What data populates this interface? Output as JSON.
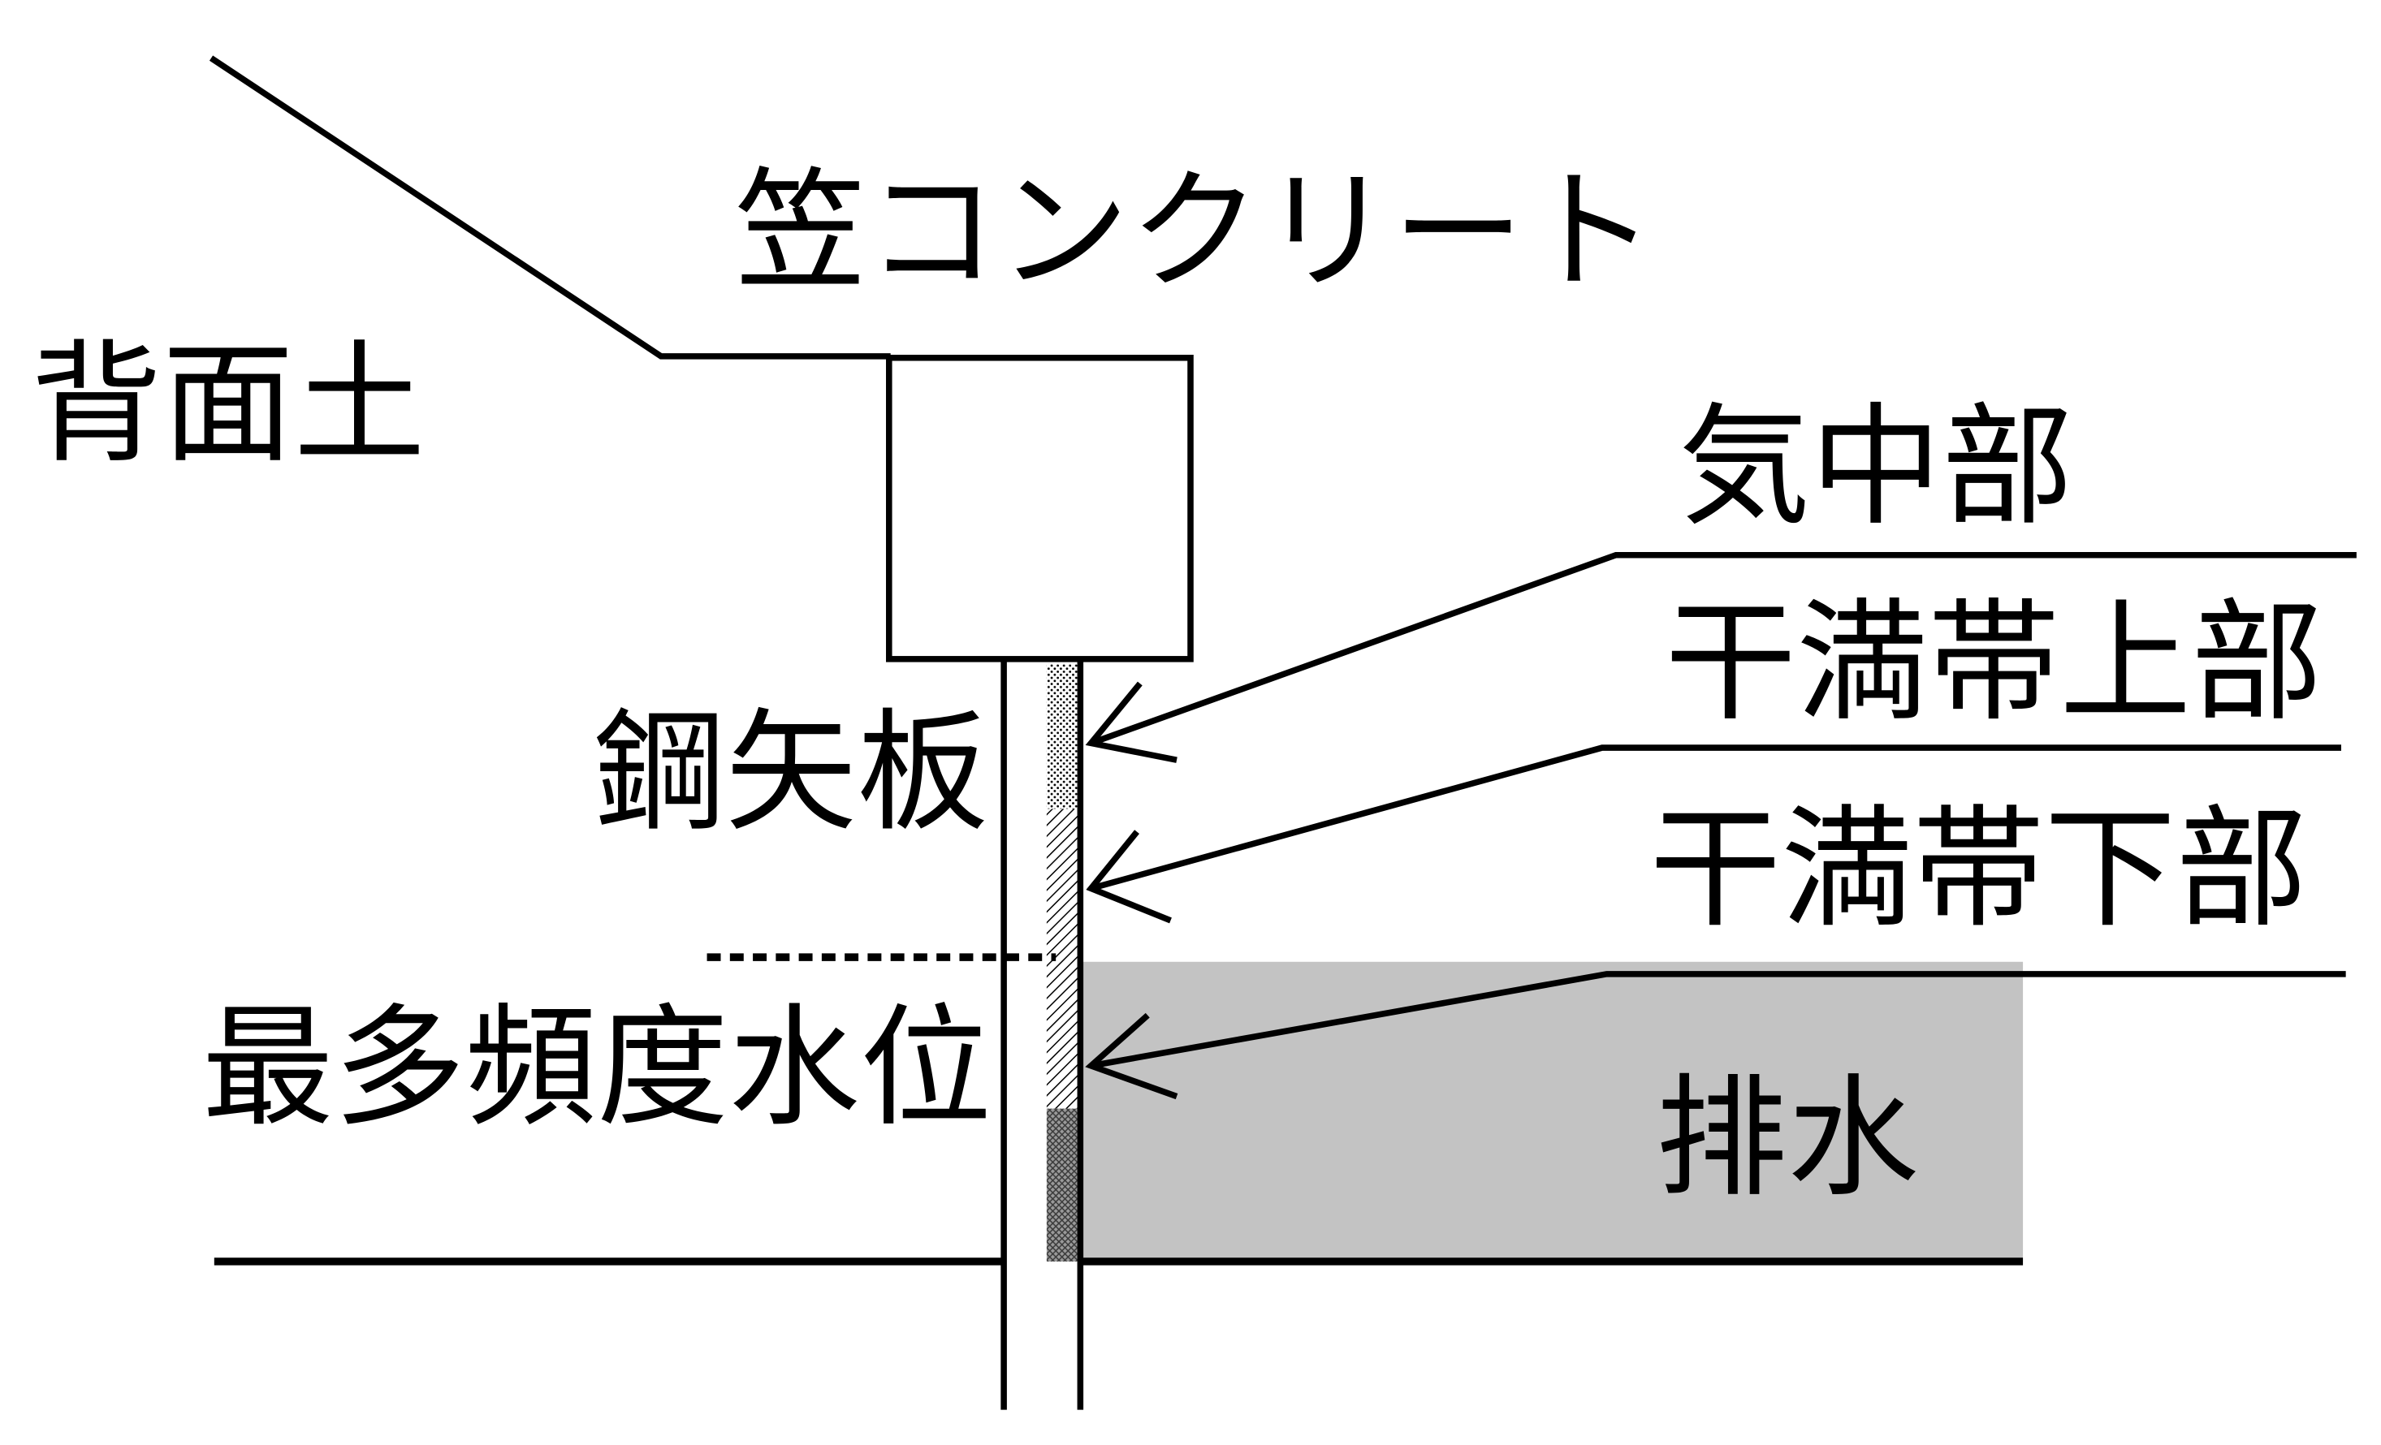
{
  "labels": {
    "backfill_soil": "背面土",
    "cap_concrete": "笠コンクリート",
    "steel_sheet_pile": "鋼矢板",
    "most_frequent_water_level": "最多頻度水位",
    "atmospheric_zone": "気中部",
    "tidal_zone_upper": "干満帯上部",
    "tidal_zone_lower": "干満帯下部",
    "drainage_water": "排水"
  },
  "colors": {
    "line": "#000000",
    "water_fill": "#c3c3c3",
    "background": "#ffffff"
  }
}
